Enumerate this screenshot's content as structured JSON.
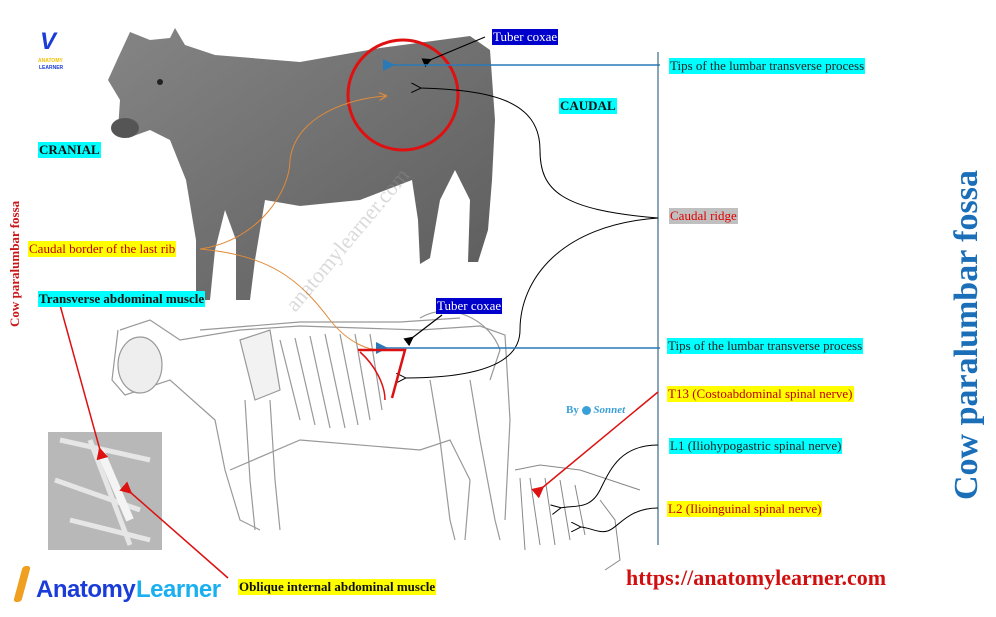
{
  "title": {
    "main_vertical": "Cow paralumbar fossa",
    "side_vertical": "Cow paralumbar fossa"
  },
  "orientation": {
    "cranial": "CRANIAL",
    "caudal": "CAUDAL"
  },
  "labels": {
    "tuber_coxae_top": "Tuber coxae",
    "tips_lumbar_top": "Tips of the lumbar transverse process",
    "caudal_ridge": "Caudal ridge",
    "caudal_border_last_rib": "Caudal border of the last rib",
    "transverse_abdominal_muscle": "Transverse abdominal muscle",
    "tuber_coxae_bottom": "Tuber coxae",
    "tips_lumbar_bottom": "Tips of the lumbar transverse process",
    "t13": "T13 (Costoabdominal spinal nerve)",
    "l1": "L1 (Iliohypogastric spinal nerve)",
    "l2": "L2 (Ilioinguinal spinal nerve)",
    "oblique_internal": "Oblique internal abdominal muscle"
  },
  "branding": {
    "logo_small_top": "ANATOMY",
    "logo_small_bottom": "LEARNER",
    "logo_word1": "Anatomy",
    "logo_word2": "Learner",
    "url": "https://anatomylearner.com",
    "credit_by": "By",
    "credit_name": "Sonnet",
    "watermark": "anatomylearner.com"
  },
  "colors": {
    "cyan_highlight": "#00ffff",
    "yellow_highlight": "#ffff00",
    "navy_highlight": "#0000cc",
    "title_blue": "#1a6fb8",
    "label_red": "#c00000",
    "circle_red": "#e01010",
    "arrow_blue": "#2a7ab8",
    "arrow_orange": "#e08a3a"
  }
}
